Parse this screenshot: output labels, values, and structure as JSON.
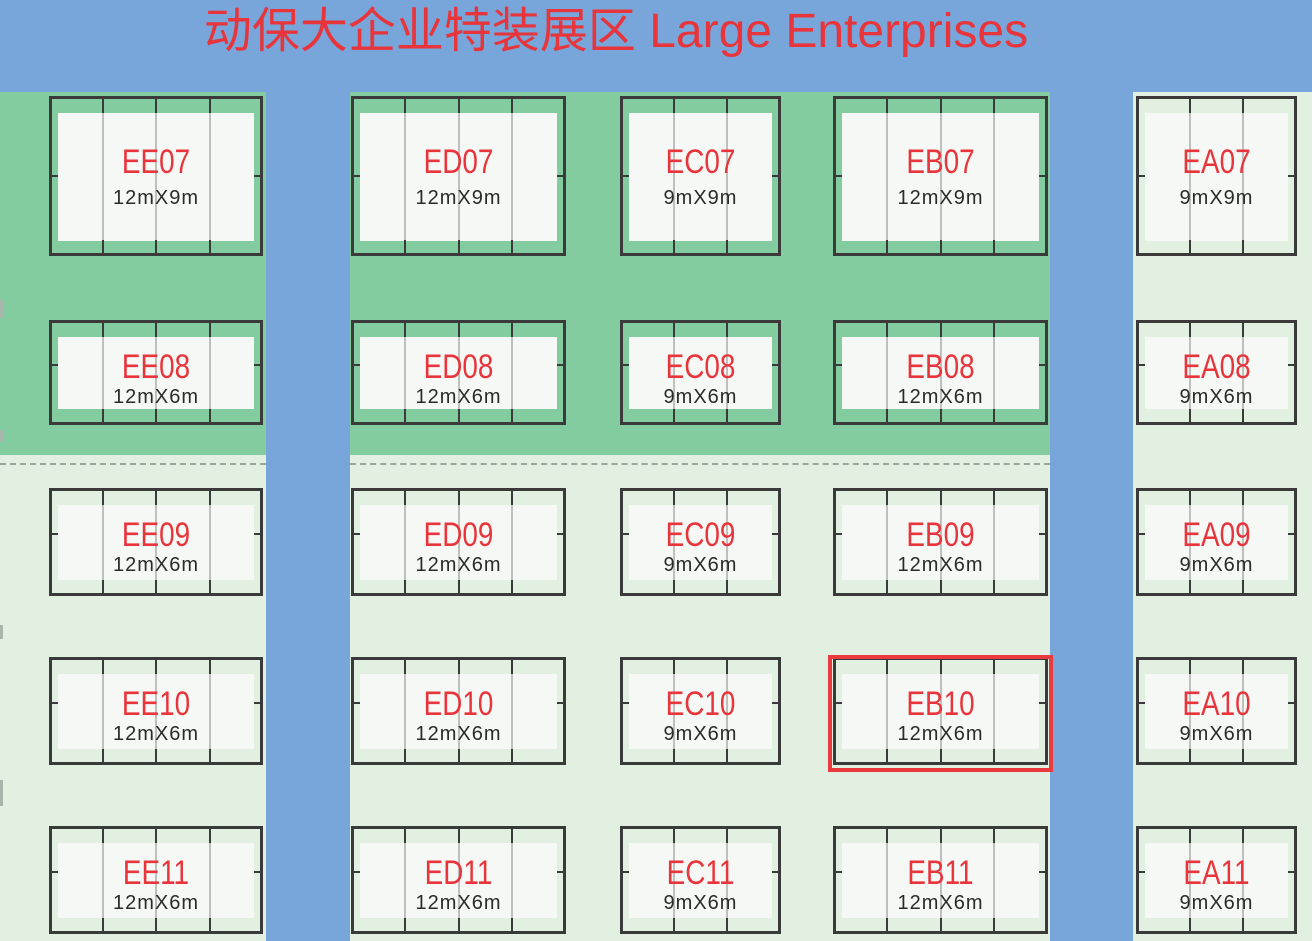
{
  "title": "动保大企业特装展区 Large Enterprises",
  "colors": {
    "aisle": "#78a6da",
    "zone_green": "#82cca0",
    "zone_light": "#e1f0e1",
    "booth_code": "#e8343b",
    "highlight": "#ea3a3d"
  },
  "highlighted_booth": "EB10",
  "booths": [
    {
      "code": "EE07",
      "size": "12mX9m"
    },
    {
      "code": "ED07",
      "size": "12mX9m"
    },
    {
      "code": "EC07",
      "size": "9mX9m"
    },
    {
      "code": "EB07",
      "size": "12mX9m"
    },
    {
      "code": "EA07",
      "size": "9mX9m"
    },
    {
      "code": "EE08",
      "size": "12mX6m"
    },
    {
      "code": "ED08",
      "size": "12mX6m"
    },
    {
      "code": "EC08",
      "size": "9mX6m"
    },
    {
      "code": "EB08",
      "size": "12mX6m"
    },
    {
      "code": "EA08",
      "size": "9mX6m"
    },
    {
      "code": "EE09",
      "size": "12mX6m"
    },
    {
      "code": "ED09",
      "size": "12mX6m"
    },
    {
      "code": "EC09",
      "size": "9mX6m"
    },
    {
      "code": "EB09",
      "size": "12mX6m"
    },
    {
      "code": "EA09",
      "size": "9mX6m"
    },
    {
      "code": "EE10",
      "size": "12mX6m"
    },
    {
      "code": "ED10",
      "size": "12mX6m"
    },
    {
      "code": "EC10",
      "size": "9mX6m"
    },
    {
      "code": "EB10",
      "size": "12mX6m"
    },
    {
      "code": "EA10",
      "size": "9mX6m"
    },
    {
      "code": "EE11",
      "size": "12mX6m"
    },
    {
      "code": "ED11",
      "size": "12mX6m"
    },
    {
      "code": "EC11",
      "size": "9mX6m"
    },
    {
      "code": "EB11",
      "size": "12mX6m"
    },
    {
      "code": "EA11",
      "size": "9mX6m"
    }
  ]
}
